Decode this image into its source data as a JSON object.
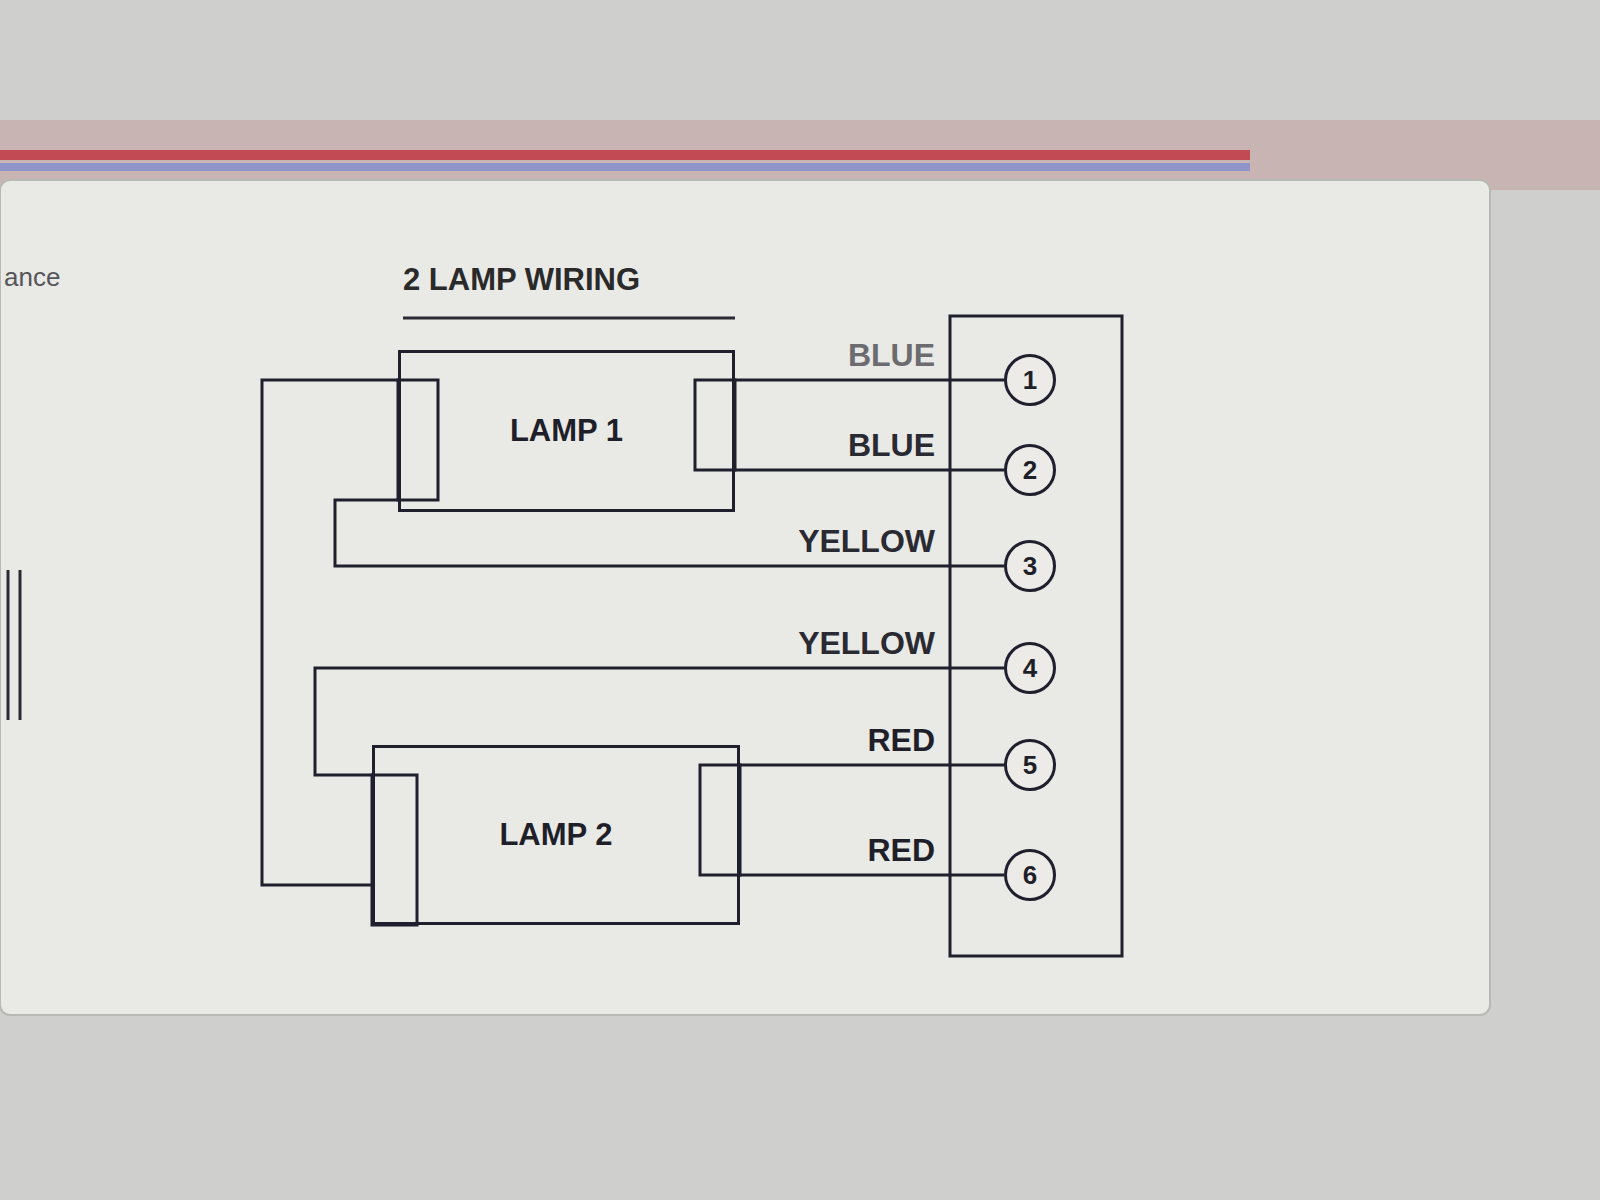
{
  "diagram": {
    "title": "2 LAMP WIRING",
    "nodes": [
      {
        "text": [
          "LAMP 1"
        ]
      },
      {
        "text": [
          "LAMP 2"
        ]
      },
      {
        "text": [
          "1"
        ]
      },
      {
        "text": [
          "2"
        ]
      },
      {
        "text": [
          "3"
        ]
      },
      {
        "text": [
          "4"
        ]
      },
      {
        "text": [
          "5"
        ]
      },
      {
        "text": [
          "6"
        ]
      }
    ],
    "edges": [
      {
        "from": 0,
        "to": 2,
        "arrow": "none",
        "label": "BLUE"
      },
      {
        "from": 0,
        "to": 3,
        "arrow": "none",
        "label": "BLUE"
      },
      {
        "from": 0,
        "to": 4,
        "arrow": "none",
        "label": "YELLOW"
      },
      {
        "from": 1,
        "to": 5,
        "arrow": "none",
        "label": "YELLOW"
      },
      {
        "from": 1,
        "to": 6,
        "arrow": "none",
        "label": "RED"
      },
      {
        "from": 1,
        "to": 7,
        "arrow": "none",
        "label": "RED"
      },
      {
        "from": 0,
        "to": 1,
        "arrow": "none"
      }
    ],
    "labels": [
      "ance"
    ]
  }
}
